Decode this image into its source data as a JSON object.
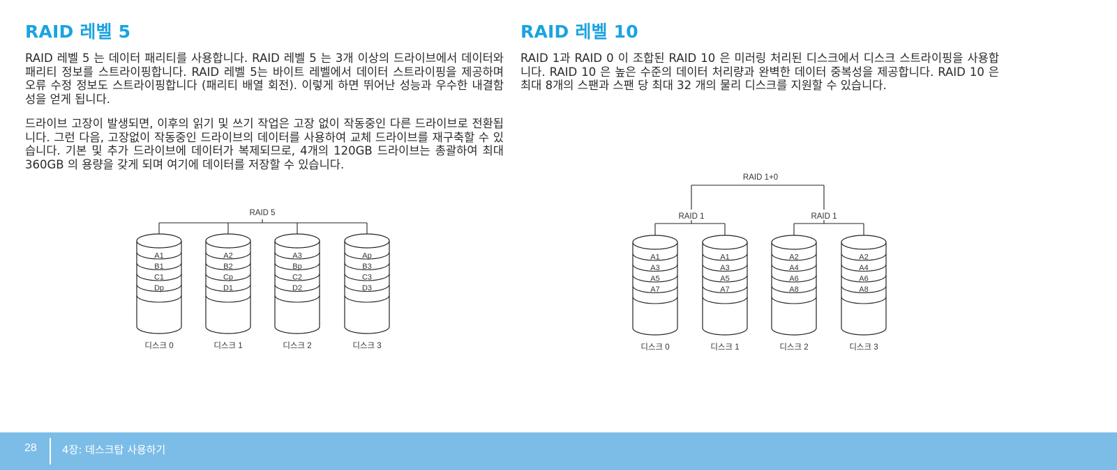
{
  "left": {
    "title": "RAID 레벨 5",
    "paragraph1": "RAID 레벨 5 는 데이터 패리티를 사용합니다. RAID 레벨 5 는 3개 이상의 드라이브에서 데이터와 패리티 정보를 스트라이핑합니다. RAID 레벨 5는 바이트 레벨에서 데이터 스트라이핑을 제공하며 오류 수정 정보도 스트라이핑합니다 (패리티 배열 회전). 이렇게 하면 뛰어난 성능과 우수한 내결함성을 얻게 됩니다.",
    "paragraph2": "드라이브 고장이 발생되면, 이후의 읽기 및 쓰기 작업은 고장 없이 작동중인 다른 드라이브로 전환됩니다. 그런 다음, 고장없이 작동중인 드라이브의 데이터를 사용하여 교체 드라이브를 재구축할 수 있습니다. 기본 및 추가 드라이브에 데이터가 복제되므로, 4개의 120GB 드라이브는 총괄하여 최대 360GB 의 용량을 갖게 되며 여기에 데이터를 저장할 수 있습니다.",
    "diagram": {
      "root_label": "RAID 5",
      "disks": [
        {
          "blocks": [
            "A1",
            "B1",
            "C1",
            "Dp"
          ],
          "label": "디스크 0"
        },
        {
          "blocks": [
            "A2",
            "B2",
            "Cp",
            "D1"
          ],
          "label": "디스크 1"
        },
        {
          "blocks": [
            "A3",
            "Bp",
            "C2",
            "D2"
          ],
          "label": "디스크 2"
        },
        {
          "blocks": [
            "Ap",
            "B3",
            "C3",
            "D3"
          ],
          "label": "디스크 3"
        }
      ]
    }
  },
  "right": {
    "title": "RAID 레벨 10",
    "paragraph1": "RAID 1과 RAID 0 이 조합된 RAID 10 은 미러링 처리된 디스크에서 디스크 스트라이핑을 사용합니다. RAID 10 은 높은 수준의 데이터 처리량과 완벽한 데이터 중복성을 제공합니다. RAID 10 은 최대 8개의 스팬과 스팬 당 최대 32 개의 물리 디스크를 지원할 수 있습니다.",
    "diagram": {
      "root_label": "RAID 1+0",
      "group_labels": [
        "RAID 1",
        "RAID 1"
      ],
      "disks": [
        {
          "blocks": [
            "A1",
            "A3",
            "A5",
            "A7"
          ],
          "label": "디스크 0"
        },
        {
          "blocks": [
            "A1",
            "A3",
            "A5",
            "A7"
          ],
          "label": "디스크 1"
        },
        {
          "blocks": [
            "A2",
            "A4",
            "A6",
            "A8"
          ],
          "label": "디스크 2"
        },
        {
          "blocks": [
            "A2",
            "A4",
            "A6",
            "A8"
          ],
          "label": "디스크 3"
        }
      ]
    }
  },
  "footer": {
    "page_number": "28",
    "chapter": "4장: 데스크탑 사용하기"
  }
}
